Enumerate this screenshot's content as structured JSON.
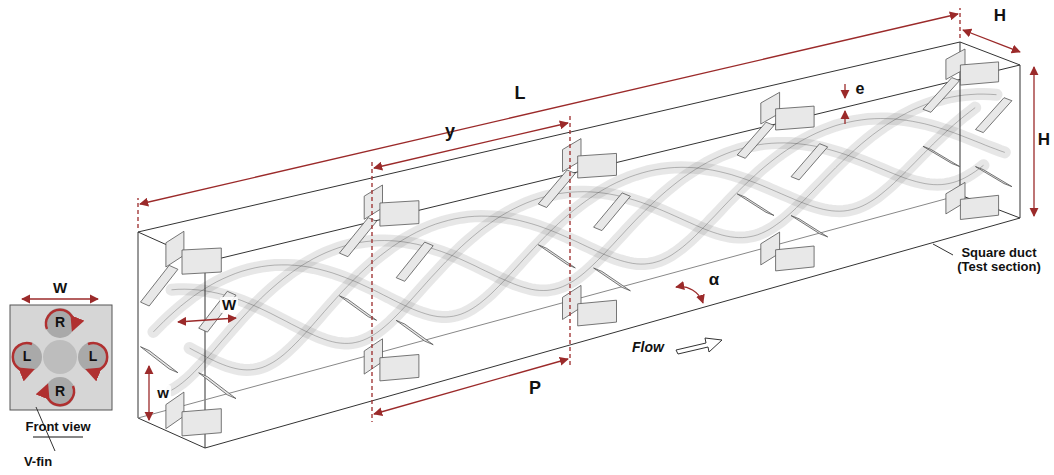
{
  "diagram": {
    "labels": [
      "W",
      "R",
      "L",
      "L",
      "R",
      "Front view",
      "V-fin",
      "W",
      "w",
      "L",
      "y",
      "P",
      "Flow",
      "α",
      "e",
      "H",
      "H",
      "Square duct (Test section)"
    ]
  }
}
